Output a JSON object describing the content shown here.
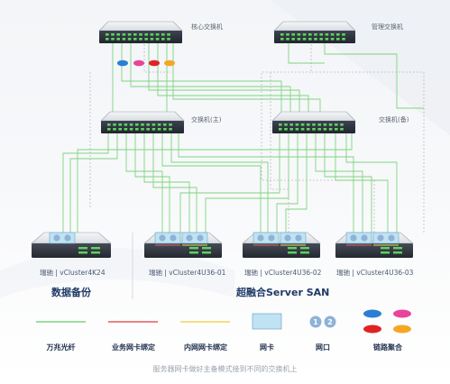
{
  "switches": {
    "core_label": "核心交换机",
    "mgmt_label": "管理交换机",
    "main_label": "交换机(主)",
    "backup_label": "交换机(备)"
  },
  "servers": [
    {
      "label": "瑞驰 | vCluster4K24"
    },
    {
      "label": "瑞驰 | vCluster4U36-01"
    },
    {
      "label": "瑞驰 | vCluster4U36-02"
    },
    {
      "label": "瑞驰 | vCluster4U36-03"
    }
  ],
  "sections": {
    "backup": "数据备份",
    "san": "超融合Server SAN"
  },
  "legend": [
    {
      "label": "万兆光纤",
      "icon": "green-line"
    },
    {
      "label": "业务网卡绑定",
      "icon": "red-line"
    },
    {
      "label": "内网网卡绑定",
      "icon": "yellow-line"
    },
    {
      "label": "网卡",
      "icon": "nic-box"
    },
    {
      "label": "网口",
      "icon": "port-circles",
      "port_numbers": [
        "1",
        "2"
      ]
    },
    {
      "label": "链路聚合",
      "icon": "aggregation-dots"
    }
  ],
  "colors": {
    "fiber": "#7fd47f",
    "business_bond": "#e85a5a",
    "internal_bond": "#f2d55a",
    "dot_blue": "#2a7fd4",
    "dot_pink": "#e8459a",
    "dot_red": "#e02424",
    "dot_orange": "#f5a623"
  },
  "footer": "服务器网卡做好主备模式接到不同的交换机上"
}
